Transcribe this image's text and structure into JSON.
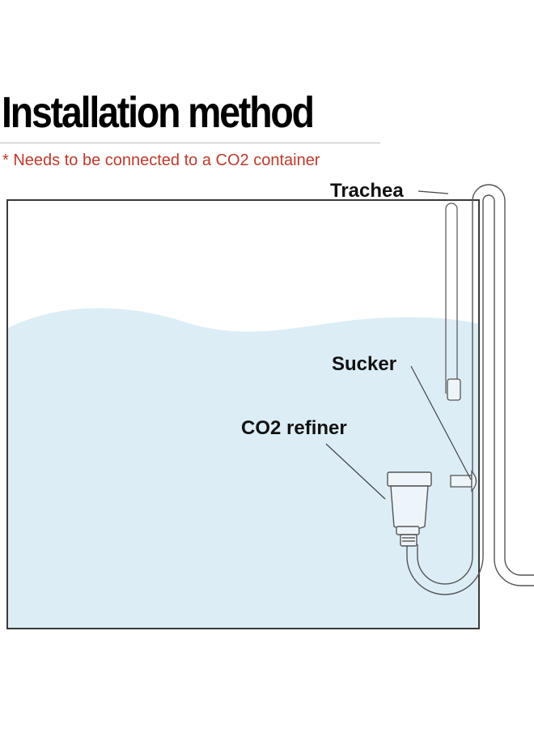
{
  "title": "Installation method",
  "note": "* Needs to be connected to a CO2 container",
  "labels": {
    "trachea": "Trachea",
    "sucker": "Sucker",
    "co2_refiner": "CO2 refiner"
  },
  "colors": {
    "water": "#dcedf6",
    "note": "#c0392b",
    "outline": "#555555",
    "tank_border": "#3a3a3a"
  }
}
